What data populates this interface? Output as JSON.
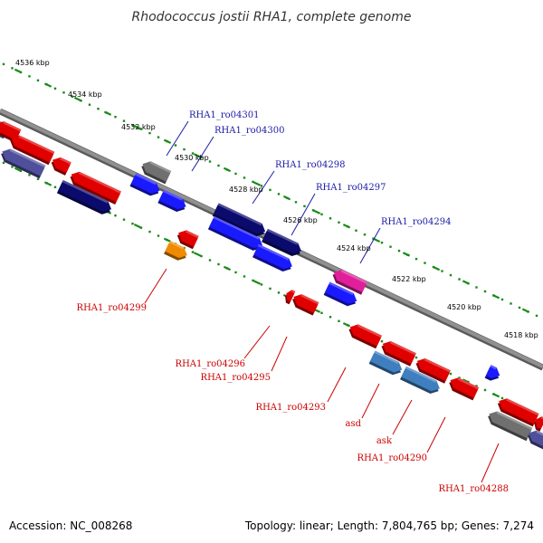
{
  "header": {
    "title": "Rhodococcus jostii RHA1, complete genome"
  },
  "footer": {
    "accession": "Accession: NC_008268",
    "topology": "Topology: linear; Length: 7,804,765 bp; Genes: 7,274"
  },
  "scale_ticks": [
    {
      "label": "4536 kbp"
    },
    {
      "label": "4534 kbp"
    },
    {
      "label": "4532 kbp"
    },
    {
      "label": "4530 kbp"
    },
    {
      "label": "4528 kbp"
    },
    {
      "label": "4526 kbp"
    },
    {
      "label": "4524 kbp"
    },
    {
      "label": "4522 kbp"
    },
    {
      "label": "4520 kbp"
    },
    {
      "label": "4518 kbp"
    }
  ],
  "gene_labels": {
    "top": [
      {
        "label": "RHA1_ro04301"
      },
      {
        "label": "RHA1_ro04300"
      },
      {
        "label": "RHA1_ro04298"
      },
      {
        "label": "RHA1_ro04297"
      },
      {
        "label": "RHA1_ro04294"
      }
    ],
    "bottom": [
      {
        "label": "RHA1_ro04299"
      },
      {
        "label": "RHA1_ro04296"
      },
      {
        "label": "RHA1_ro04295"
      },
      {
        "label": "RHA1_ro04293"
      },
      {
        "label": "asd"
      },
      {
        "label": "ask"
      },
      {
        "label": "RHA1_ro04290"
      },
      {
        "label": "RHA1_ro04288"
      }
    ]
  },
  "colors": {
    "forward_cds": "#1a1aff",
    "reverse_cds": "#e00000",
    "dark_navy": "#0b0b6e",
    "gray": "#707070",
    "magenta": "#e0209a",
    "orange": "#f08a00",
    "steel_blue": "#3f7fbf",
    "slate_purple": "#4f4f9c",
    "backbone": "#909090",
    "scale_dots": "#1a8a1a",
    "label_blue": "#1a1aa6",
    "label_red": "#cc0000"
  }
}
